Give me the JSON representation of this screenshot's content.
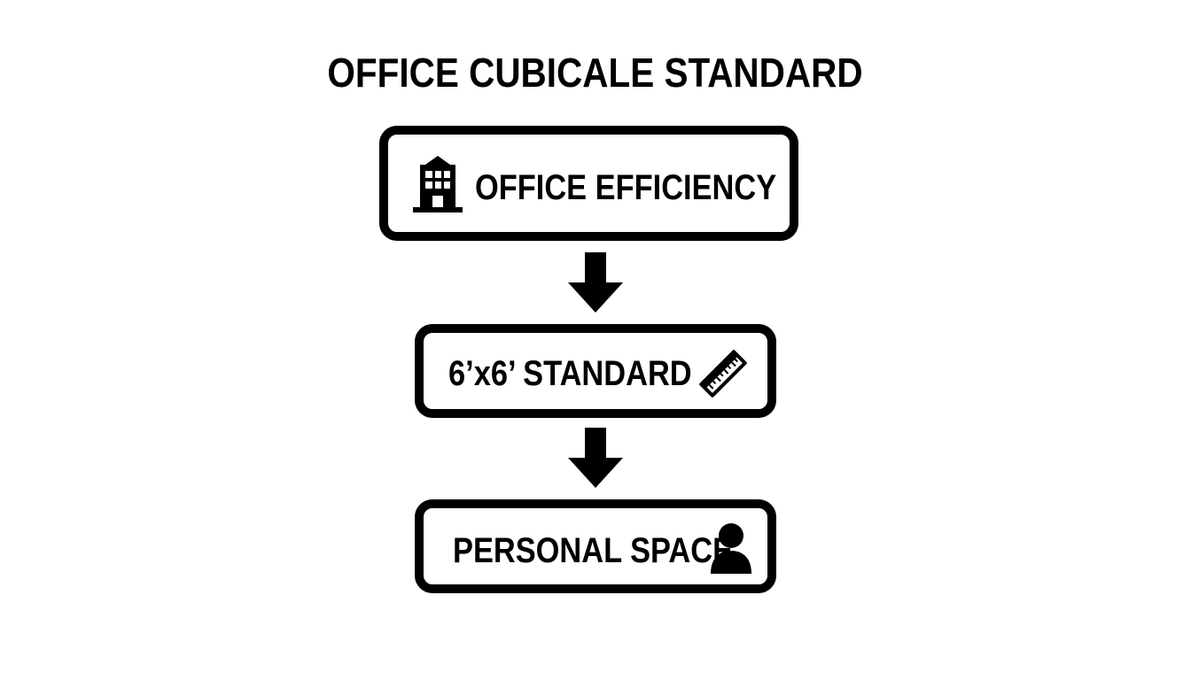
{
  "diagram": {
    "title": "OFFICE CUBICALE STANDARD",
    "nodes": [
      {
        "label": "OFFICE EFFICIENCY",
        "icon": "office-building-icon"
      },
      {
        "label": "6’x6’ STANDARD",
        "icon": "ruler-icon"
      },
      {
        "label": "PERSONAL SPACE",
        "icon": "person-icon"
      }
    ],
    "edges": [
      {
        "from": "OFFICE EFFICIENCY",
        "to": "6’x6’ STANDARD",
        "direction": "down"
      },
      {
        "from": "6’x6’ STANDARD",
        "to": "PERSONAL SPACE",
        "direction": "down"
      }
    ],
    "colors": {
      "stroke": "#000000",
      "background": "#ffffff"
    }
  }
}
